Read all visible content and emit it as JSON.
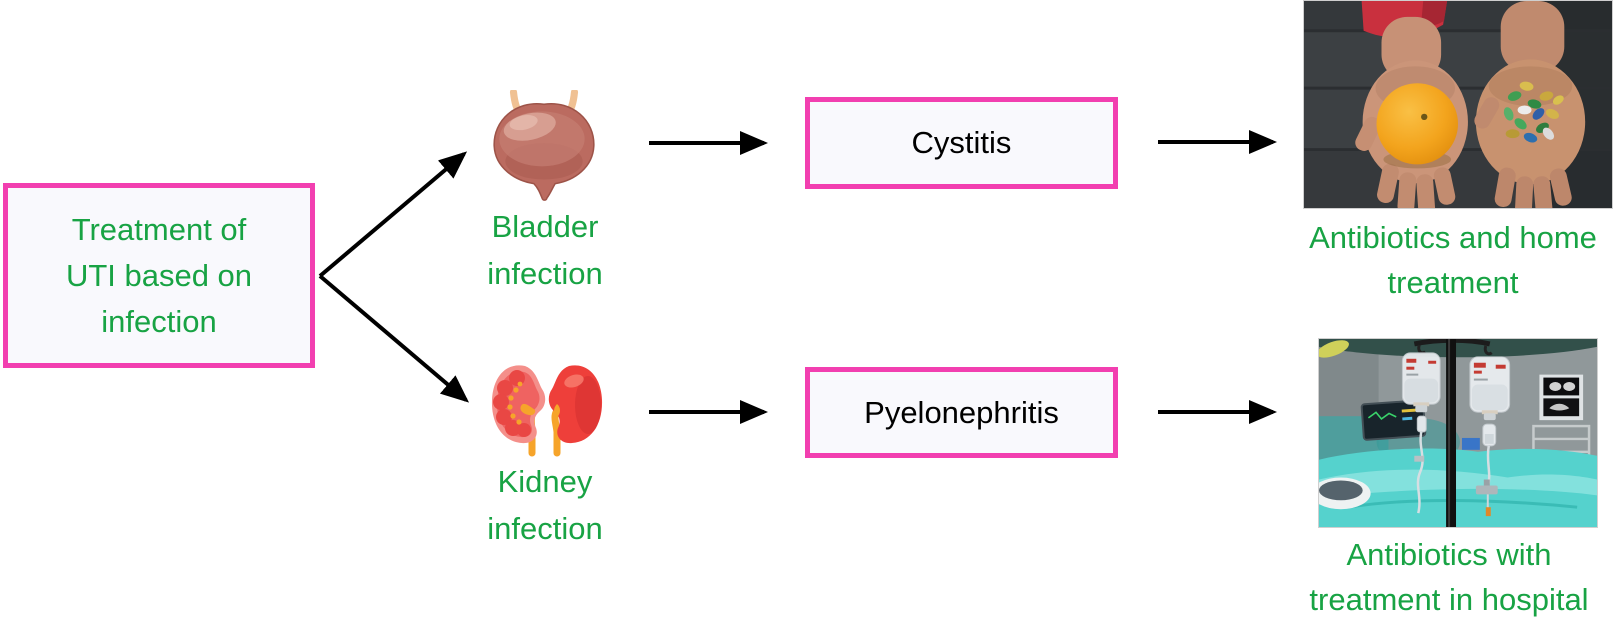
{
  "root": {
    "line1": "Treatment of",
    "line2": "UTI based on",
    "line3": "infection"
  },
  "branches": [
    {
      "organ": {
        "line1": "Bladder",
        "line2": "infection"
      },
      "condition": "Cystitis",
      "outcome": {
        "line1": "Antibiotics and home",
        "line2": "treatment"
      },
      "icon": "bladder-organ-icon",
      "photo": "hands-holding-orange-and-pills-photo"
    },
    {
      "organ": {
        "line1": "Kidney",
        "line2": "infection"
      },
      "condition": "Pyelonephritis",
      "outcome": {
        "line1": "Antibiotics with",
        "line2": "treatment in hospital"
      },
      "icon": "kidneys-organ-icon",
      "photo": "iv-drip-hospital-room-photo"
    }
  ],
  "colors": {
    "box_border_pink": "#F23FB0",
    "box_fill": "#F9F9FD",
    "text_green": "#18A344",
    "text_black": "#000000",
    "arrow_black": "#000000",
    "background": "#FFFFFF"
  }
}
